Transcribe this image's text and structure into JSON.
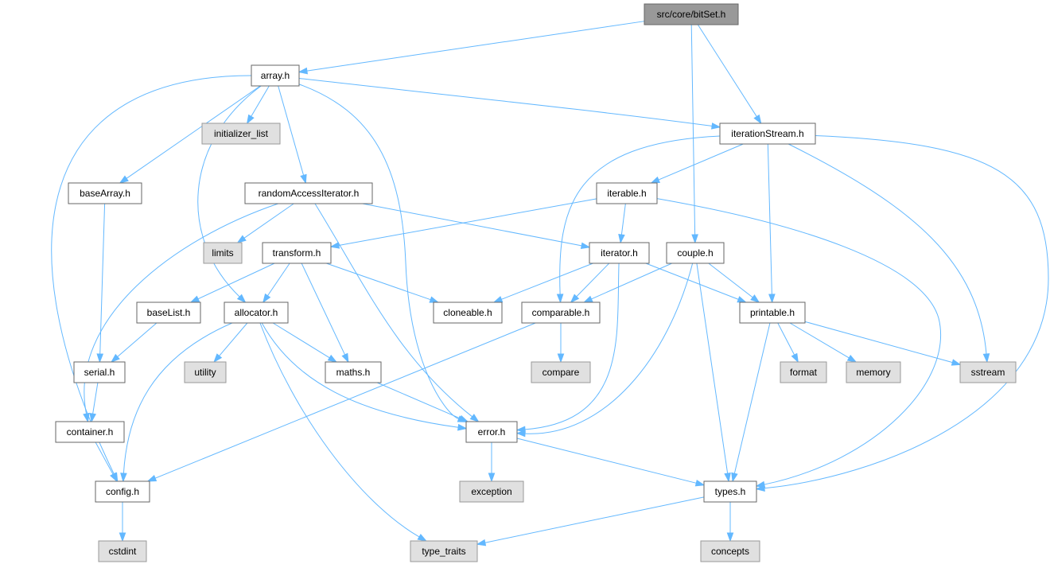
{
  "colors": {
    "edge": "#63b8ff",
    "root_fill": "#999999",
    "root_stroke": "#666666",
    "project_fill": "#ffffff",
    "project_stroke": "#666666",
    "system_fill": "#e0e0e0",
    "system_stroke": "#999999"
  },
  "graph": {
    "nodes": [
      {
        "id": "bitset",
        "label": "src/core/bitSet.h",
        "kind": "root"
      },
      {
        "id": "array",
        "label": "array.h",
        "kind": "project"
      },
      {
        "id": "initializer_list",
        "label": "initializer_list",
        "kind": "system"
      },
      {
        "id": "iterationStream",
        "label": "iterationStream.h",
        "kind": "project"
      },
      {
        "id": "baseArray",
        "label": "baseArray.h",
        "kind": "project"
      },
      {
        "id": "randomAccessIterator",
        "label": "randomAccessIterator.h",
        "kind": "project"
      },
      {
        "id": "iterable",
        "label": "iterable.h",
        "kind": "project"
      },
      {
        "id": "limits",
        "label": "limits",
        "kind": "system"
      },
      {
        "id": "transform",
        "label": "transform.h",
        "kind": "project"
      },
      {
        "id": "iterator",
        "label": "iterator.h",
        "kind": "project"
      },
      {
        "id": "couple",
        "label": "couple.h",
        "kind": "project"
      },
      {
        "id": "baseList",
        "label": "baseList.h",
        "kind": "project"
      },
      {
        "id": "allocator",
        "label": "allocator.h",
        "kind": "project"
      },
      {
        "id": "cloneable",
        "label": "cloneable.h",
        "kind": "project"
      },
      {
        "id": "comparable",
        "label": "comparable.h",
        "kind": "project"
      },
      {
        "id": "printable",
        "label": "printable.h",
        "kind": "project"
      },
      {
        "id": "serial",
        "label": "serial.h",
        "kind": "project"
      },
      {
        "id": "utility",
        "label": "utility",
        "kind": "system"
      },
      {
        "id": "maths",
        "label": "maths.h",
        "kind": "project"
      },
      {
        "id": "compare",
        "label": "compare",
        "kind": "system"
      },
      {
        "id": "format",
        "label": "format",
        "kind": "system"
      },
      {
        "id": "memory",
        "label": "memory",
        "kind": "system"
      },
      {
        "id": "sstream",
        "label": "sstream",
        "kind": "system"
      },
      {
        "id": "container",
        "label": "container.h",
        "kind": "project"
      },
      {
        "id": "error",
        "label": "error.h",
        "kind": "project"
      },
      {
        "id": "exception",
        "label": "exception",
        "kind": "system"
      },
      {
        "id": "config",
        "label": "config.h",
        "kind": "project"
      },
      {
        "id": "types",
        "label": "types.h",
        "kind": "project"
      },
      {
        "id": "cstdint",
        "label": "cstdint",
        "kind": "system"
      },
      {
        "id": "type_traits",
        "label": "type_traits",
        "kind": "system"
      },
      {
        "id": "concepts",
        "label": "concepts",
        "kind": "system"
      }
    ],
    "edges": [
      {
        "from": "bitset",
        "to": "array"
      },
      {
        "from": "bitset",
        "to": "iterationStream"
      },
      {
        "from": "bitset",
        "to": "couple"
      },
      {
        "from": "array",
        "to": "initializer_list"
      },
      {
        "from": "array",
        "to": "iterationStream"
      },
      {
        "from": "array",
        "to": "baseArray"
      },
      {
        "from": "array",
        "to": "randomAccessIterator"
      },
      {
        "from": "array",
        "to": "allocator"
      },
      {
        "from": "array",
        "to": "config"
      },
      {
        "from": "array",
        "to": "error"
      },
      {
        "from": "iterationStream",
        "to": "iterable"
      },
      {
        "from": "iterationStream",
        "to": "comparable"
      },
      {
        "from": "iterationStream",
        "to": "printable"
      },
      {
        "from": "iterationStream",
        "to": "sstream"
      },
      {
        "from": "iterationStream",
        "to": "types"
      },
      {
        "from": "baseArray",
        "to": "serial"
      },
      {
        "from": "randomAccessIterator",
        "to": "limits"
      },
      {
        "from": "randomAccessIterator",
        "to": "iterator"
      },
      {
        "from": "randomAccessIterator",
        "to": "container"
      },
      {
        "from": "randomAccessIterator",
        "to": "error"
      },
      {
        "from": "iterable",
        "to": "transform"
      },
      {
        "from": "iterable",
        "to": "iterator"
      },
      {
        "from": "iterable",
        "to": "types"
      },
      {
        "from": "transform",
        "to": "baseList"
      },
      {
        "from": "transform",
        "to": "allocator"
      },
      {
        "from": "transform",
        "to": "cloneable"
      },
      {
        "from": "transform",
        "to": "maths"
      },
      {
        "from": "iterator",
        "to": "cloneable"
      },
      {
        "from": "iterator",
        "to": "comparable"
      },
      {
        "from": "iterator",
        "to": "printable"
      },
      {
        "from": "iterator",
        "to": "error"
      },
      {
        "from": "couple",
        "to": "comparable"
      },
      {
        "from": "couple",
        "to": "printable"
      },
      {
        "from": "couple",
        "to": "error"
      },
      {
        "from": "couple",
        "to": "types"
      },
      {
        "from": "baseList",
        "to": "serial"
      },
      {
        "from": "allocator",
        "to": "utility"
      },
      {
        "from": "allocator",
        "to": "maths"
      },
      {
        "from": "allocator",
        "to": "config"
      },
      {
        "from": "allocator",
        "to": "error"
      },
      {
        "from": "allocator",
        "to": "type_traits"
      },
      {
        "from": "comparable",
        "to": "compare"
      },
      {
        "from": "comparable",
        "to": "config"
      },
      {
        "from": "printable",
        "to": "format"
      },
      {
        "from": "printable",
        "to": "memory"
      },
      {
        "from": "printable",
        "to": "sstream"
      },
      {
        "from": "printable",
        "to": "types"
      },
      {
        "from": "serial",
        "to": "container"
      },
      {
        "from": "maths",
        "to": "error"
      },
      {
        "from": "container",
        "to": "config"
      },
      {
        "from": "error",
        "to": "exception"
      },
      {
        "from": "error",
        "to": "types"
      },
      {
        "from": "config",
        "to": "cstdint"
      },
      {
        "from": "types",
        "to": "type_traits"
      },
      {
        "from": "types",
        "to": "concepts"
      }
    ]
  }
}
